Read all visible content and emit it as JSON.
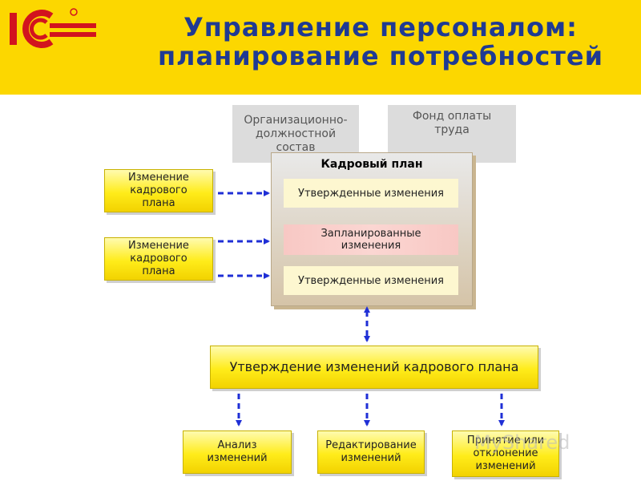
{
  "header": {
    "logo_text": "1С",
    "title_line1": "Управление персоналом:",
    "title_line2": "планирование потребностей"
  },
  "inputs": {
    "org_structure": "Организационно-должностной состав",
    "payroll_fund": "Фонд оплаты труда"
  },
  "plan": {
    "title": "Кадровый план",
    "rows": [
      "Утвержденные изменения",
      "Запланированные изменения",
      "Утвержденные изменения"
    ]
  },
  "change_boxes": [
    "Изменение кадрового плана",
    "Изменение кадрового плана"
  ],
  "approval": "Утверждение изменений кадрового плана",
  "outputs": [
    "Анализ изменений",
    "Редактирование изменений",
    "Принятие или отклонение изменений"
  ],
  "watermark": "MyShared",
  "colors": {
    "header_bg": "#fcd700",
    "title": "#1f3a93",
    "logo_red": "#d2141e",
    "arrow": "#1f2fd6"
  }
}
